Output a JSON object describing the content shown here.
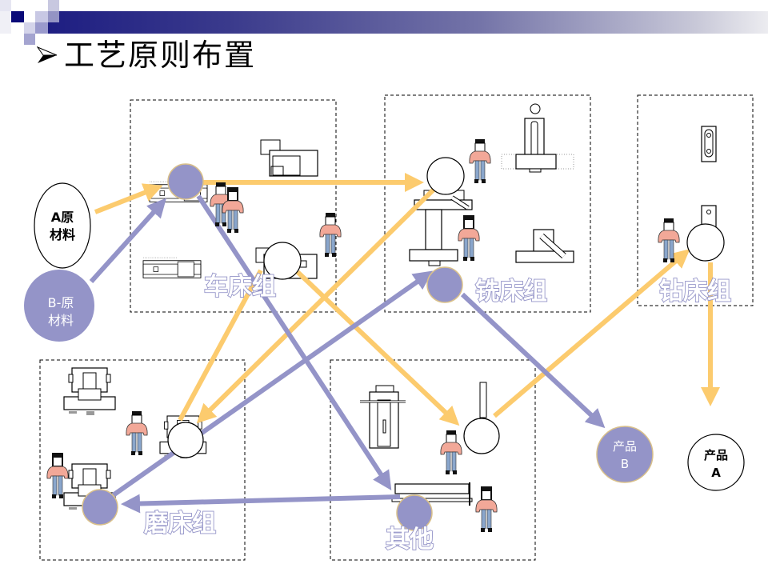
{
  "slide": {
    "title": "工艺原则布置",
    "bullet_icon": "arrowhead-bullet"
  },
  "colors": {
    "flow_a": "#fccb6e",
    "flow_b": "#9494c8",
    "node_b_fill": "#9494c8",
    "node_b_border": "#d9c08a",
    "group_label_stroke": "#9494c8",
    "person_shirt": "#f2a898",
    "person_pants": "#8aa6cc",
    "title_bar_dark": "#1e1e82"
  },
  "groups": [
    {
      "id": "turning",
      "label": "车床组"
    },
    {
      "id": "milling",
      "label": "铣床组"
    },
    {
      "id": "drilling",
      "label": "钻床组"
    },
    {
      "id": "grinding",
      "label": "磨床组"
    },
    {
      "id": "other",
      "label": "其他"
    }
  ],
  "terminals": {
    "raw_a": {
      "line1": "A原",
      "line2": "材料"
    },
    "raw_b": {
      "line1": "B-原",
      "line2": "材料"
    },
    "product_b": {
      "line1": "产品",
      "line2": "B"
    },
    "product_a": {
      "line1": "产品",
      "line2": "A"
    }
  },
  "flows": {
    "product_a_route": [
      "A原材料",
      "车床组",
      "铣床组",
      "磨床组",
      "车床组",
      "其他",
      "钻床组",
      "产品A"
    ],
    "product_b_route": [
      "B-原材料",
      "车床组",
      "其他",
      "磨床组",
      "铣床组",
      "产品B"
    ]
  }
}
